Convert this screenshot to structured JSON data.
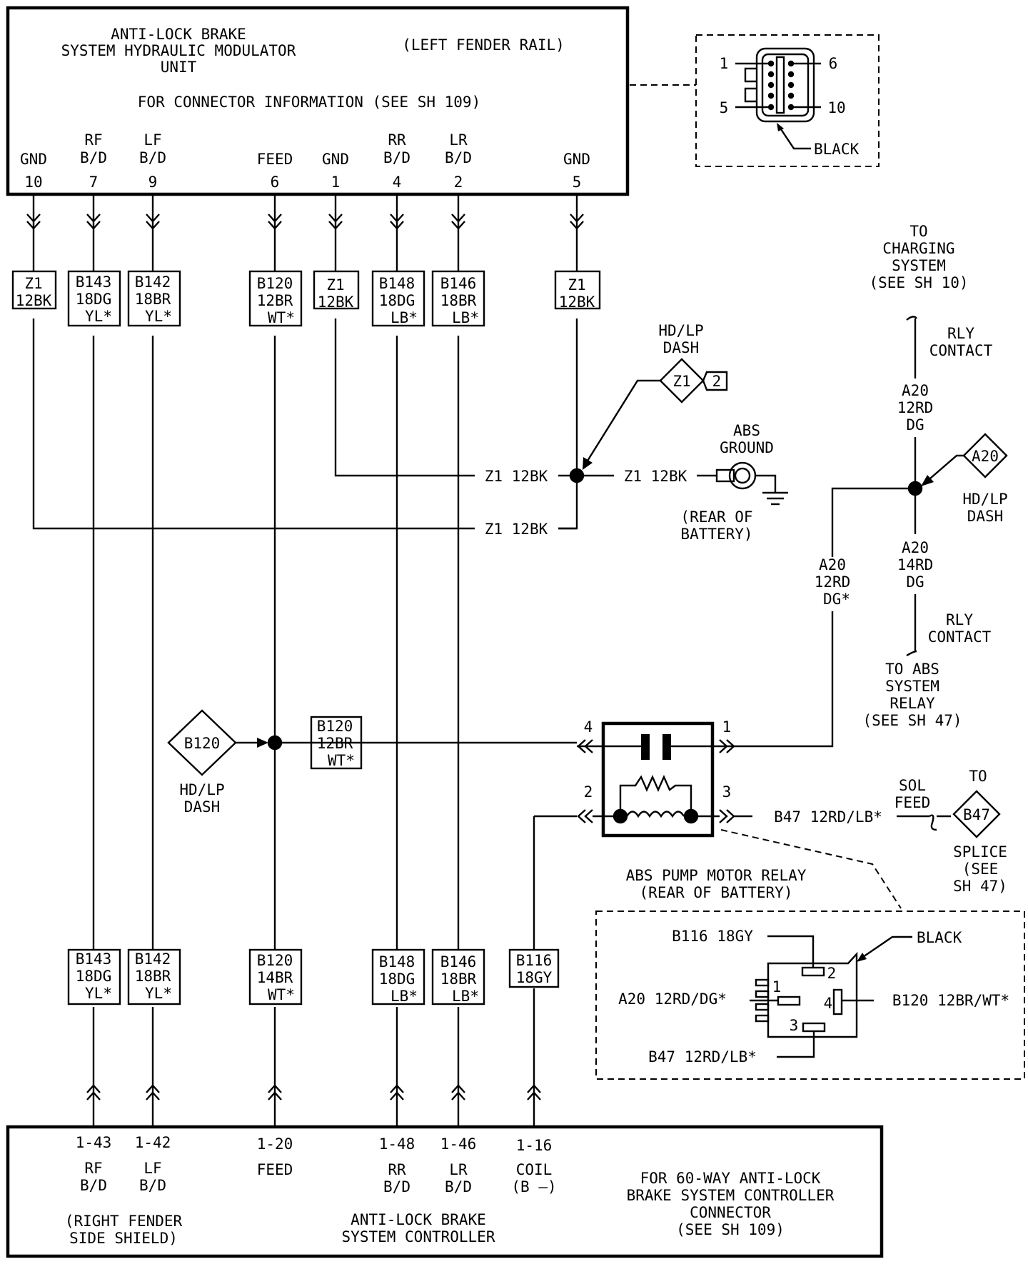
{
  "hcu": {
    "title": [
      "ANTI-LOCK BRAKE",
      "SYSTEM HYDRAULIC MODULATOR",
      "UNIT"
    ],
    "location": "(LEFT FENDER RAIL)",
    "connector_note": "FOR CONNECTOR INFORMATION (SEE SH 109)",
    "pins": [
      {
        "label": [
          "GND"
        ],
        "num": "10"
      },
      {
        "label": [
          "RF",
          "B/D"
        ],
        "num": "7"
      },
      {
        "label": [
          "LF",
          "B/D"
        ],
        "num": "9"
      },
      {
        "label": [
          "FEED"
        ],
        "num": "6"
      },
      {
        "label": [
          "GND"
        ],
        "num": "1"
      },
      {
        "label": [
          "RR",
          "B/D"
        ],
        "num": "4"
      },
      {
        "label": [
          "LR",
          "B/D"
        ],
        "num": "2"
      },
      {
        "label": [
          "GND"
        ],
        "num": "5"
      }
    ]
  },
  "hcu_connector": {
    "pins": [
      "1",
      "6",
      "5",
      "10"
    ],
    "color": "BLACK"
  },
  "upper_wires": [
    [
      "Z1",
      "12BK"
    ],
    [
      "B143",
      "18DG",
      "YL*"
    ],
    [
      "B142",
      "18BR",
      "YL*"
    ],
    [
      "B120",
      "12BR",
      "WT*"
    ],
    [
      "Z1",
      "12BK"
    ],
    [
      "B148",
      "18DG",
      "LB*"
    ],
    [
      "B146",
      "18BR",
      "LB*"
    ],
    [
      "Z1",
      "12BK"
    ]
  ],
  "lower_wires": [
    [
      "B143",
      "18DG",
      "YL*"
    ],
    [
      "B142",
      "18BR",
      "YL*"
    ],
    [
      "B120",
      "14BR",
      "WT*"
    ],
    [
      "B148",
      "18DG",
      "LB*"
    ],
    [
      "B146",
      "18BR",
      "LB*"
    ],
    [
      "B116",
      "18GY"
    ]
  ],
  "ground": {
    "z1_labels": [
      "Z1 12BK",
      "Z1 12BK",
      "Z1 12BK"
    ],
    "splice_hdlp": [
      "HD/LP",
      "DASH"
    ],
    "splice_id": "Z1",
    "splice_ref": "2",
    "abs_ground": [
      "ABS",
      "GROUND"
    ],
    "abs_ground_loc": [
      "(REAR OF",
      "BATTERY)"
    ]
  },
  "charging": {
    "to": [
      "TO",
      "CHARGING",
      "SYSTEM",
      "(SEE SH 10)"
    ],
    "rly_contact_top": [
      "RLY",
      "CONTACT"
    ],
    "a20_top": [
      "A20",
      "12RD",
      "DG"
    ],
    "splice_id": "A20",
    "splice_hdlp": [
      "HD/LP",
      "DASH"
    ],
    "a20_bottom": [
      "A20",
      "14RD",
      "DG"
    ],
    "rly_contact_bottom": [
      "RLY",
      "CONTACT"
    ],
    "to_abs_relay": [
      "TO ABS",
      "SYSTEM",
      "RELAY",
      "(SEE SH 47)"
    ],
    "a20_relay": [
      "A20",
      "12RD",
      "DG*"
    ]
  },
  "feed_splice": {
    "id": "B120",
    "hdlp": [
      "HD/LP",
      "DASH"
    ],
    "wire": [
      "B120",
      "12BR",
      "WT*"
    ]
  },
  "relay": {
    "pins": [
      "4",
      "1",
      "2",
      "3"
    ],
    "b47_wire": "B47 12RD/LB*",
    "sol_feed": [
      "SOL",
      "FEED"
    ],
    "to": "TO",
    "splice_id": "B47",
    "splice_note": [
      "SPLICE",
      "(SEE",
      "SH 47)"
    ],
    "name": [
      "ABS PUMP MOTOR RELAY",
      "(REAR OF BATTERY)"
    ]
  },
  "relay_connector": {
    "b116": "B116 18GY",
    "color": "BLACK",
    "a20": "A20 12RD/DG*",
    "b120": "B120 12BR/WT*",
    "b47": "B47 12RD/LB*",
    "pins": [
      "2",
      "1",
      "4",
      "3"
    ]
  },
  "controller": {
    "pins": [
      {
        "num": "1-43",
        "label": [
          "RF",
          "B/D"
        ]
      },
      {
        "num": "1-42",
        "label": [
          "LF",
          "B/D"
        ]
      },
      {
        "num": "1-20",
        "label": [
          "FEED"
        ]
      },
      {
        "num": "1-48",
        "label": [
          "RR",
          "B/D"
        ]
      },
      {
        "num": "1-46",
        "label": [
          "LR",
          "B/D"
        ]
      },
      {
        "num": "1-16",
        "label": [
          "COIL",
          "(B —)"
        ]
      }
    ],
    "location": [
      "(RIGHT FENDER",
      "SIDE SHIELD)"
    ],
    "name": [
      "ANTI-LOCK BRAKE",
      "SYSTEM CONTROLLER"
    ],
    "connector_note": [
      "FOR 60-WAY ANTI-LOCK",
      "BRAKE SYSTEM CONTROLLER",
      "CONNECTOR",
      "(SEE SH 109)"
    ]
  }
}
